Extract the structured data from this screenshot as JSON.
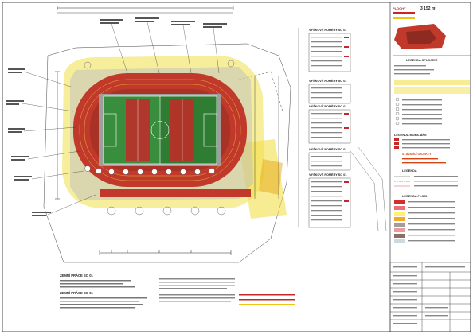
{
  "sheet": {
    "paper_color": "#ffffff",
    "line_color": "#222222",
    "track_color": "#c0392b",
    "pitch_color": "#2e7d32",
    "surround_yellow": "#f1e04a",
    "legend_colors": [
      "#d32f2f",
      "#e57373",
      "#fff176",
      "#f9a825",
      "#9e9e9e",
      "#ef9a9a",
      "#8d6e63",
      "#cfd8dc"
    ]
  },
  "sidebar": {
    "plochy_title": "PLOCHY",
    "area_value": "3 152 m²",
    "vyskove_title": "VÝŠKOVÉ POMĚRY SO 01",
    "legenda_oploceni": "LEGENDA OPLOCENÍ",
    "legenda_mobiliare": "LEGENDA MOBILIÁŘE",
    "stavajici_objekty": "STÁVAJÍCÍ OBJEKTY",
    "legenda": "LEGENDA",
    "legenda_ploch": "LEGENDA PLOCH"
  },
  "notes": {
    "zemni_prace_1": "ZEMNÍ PRÁCE SO 01",
    "zemni_prace_2": "ZEMNÍ PRÁCE SO 01"
  }
}
